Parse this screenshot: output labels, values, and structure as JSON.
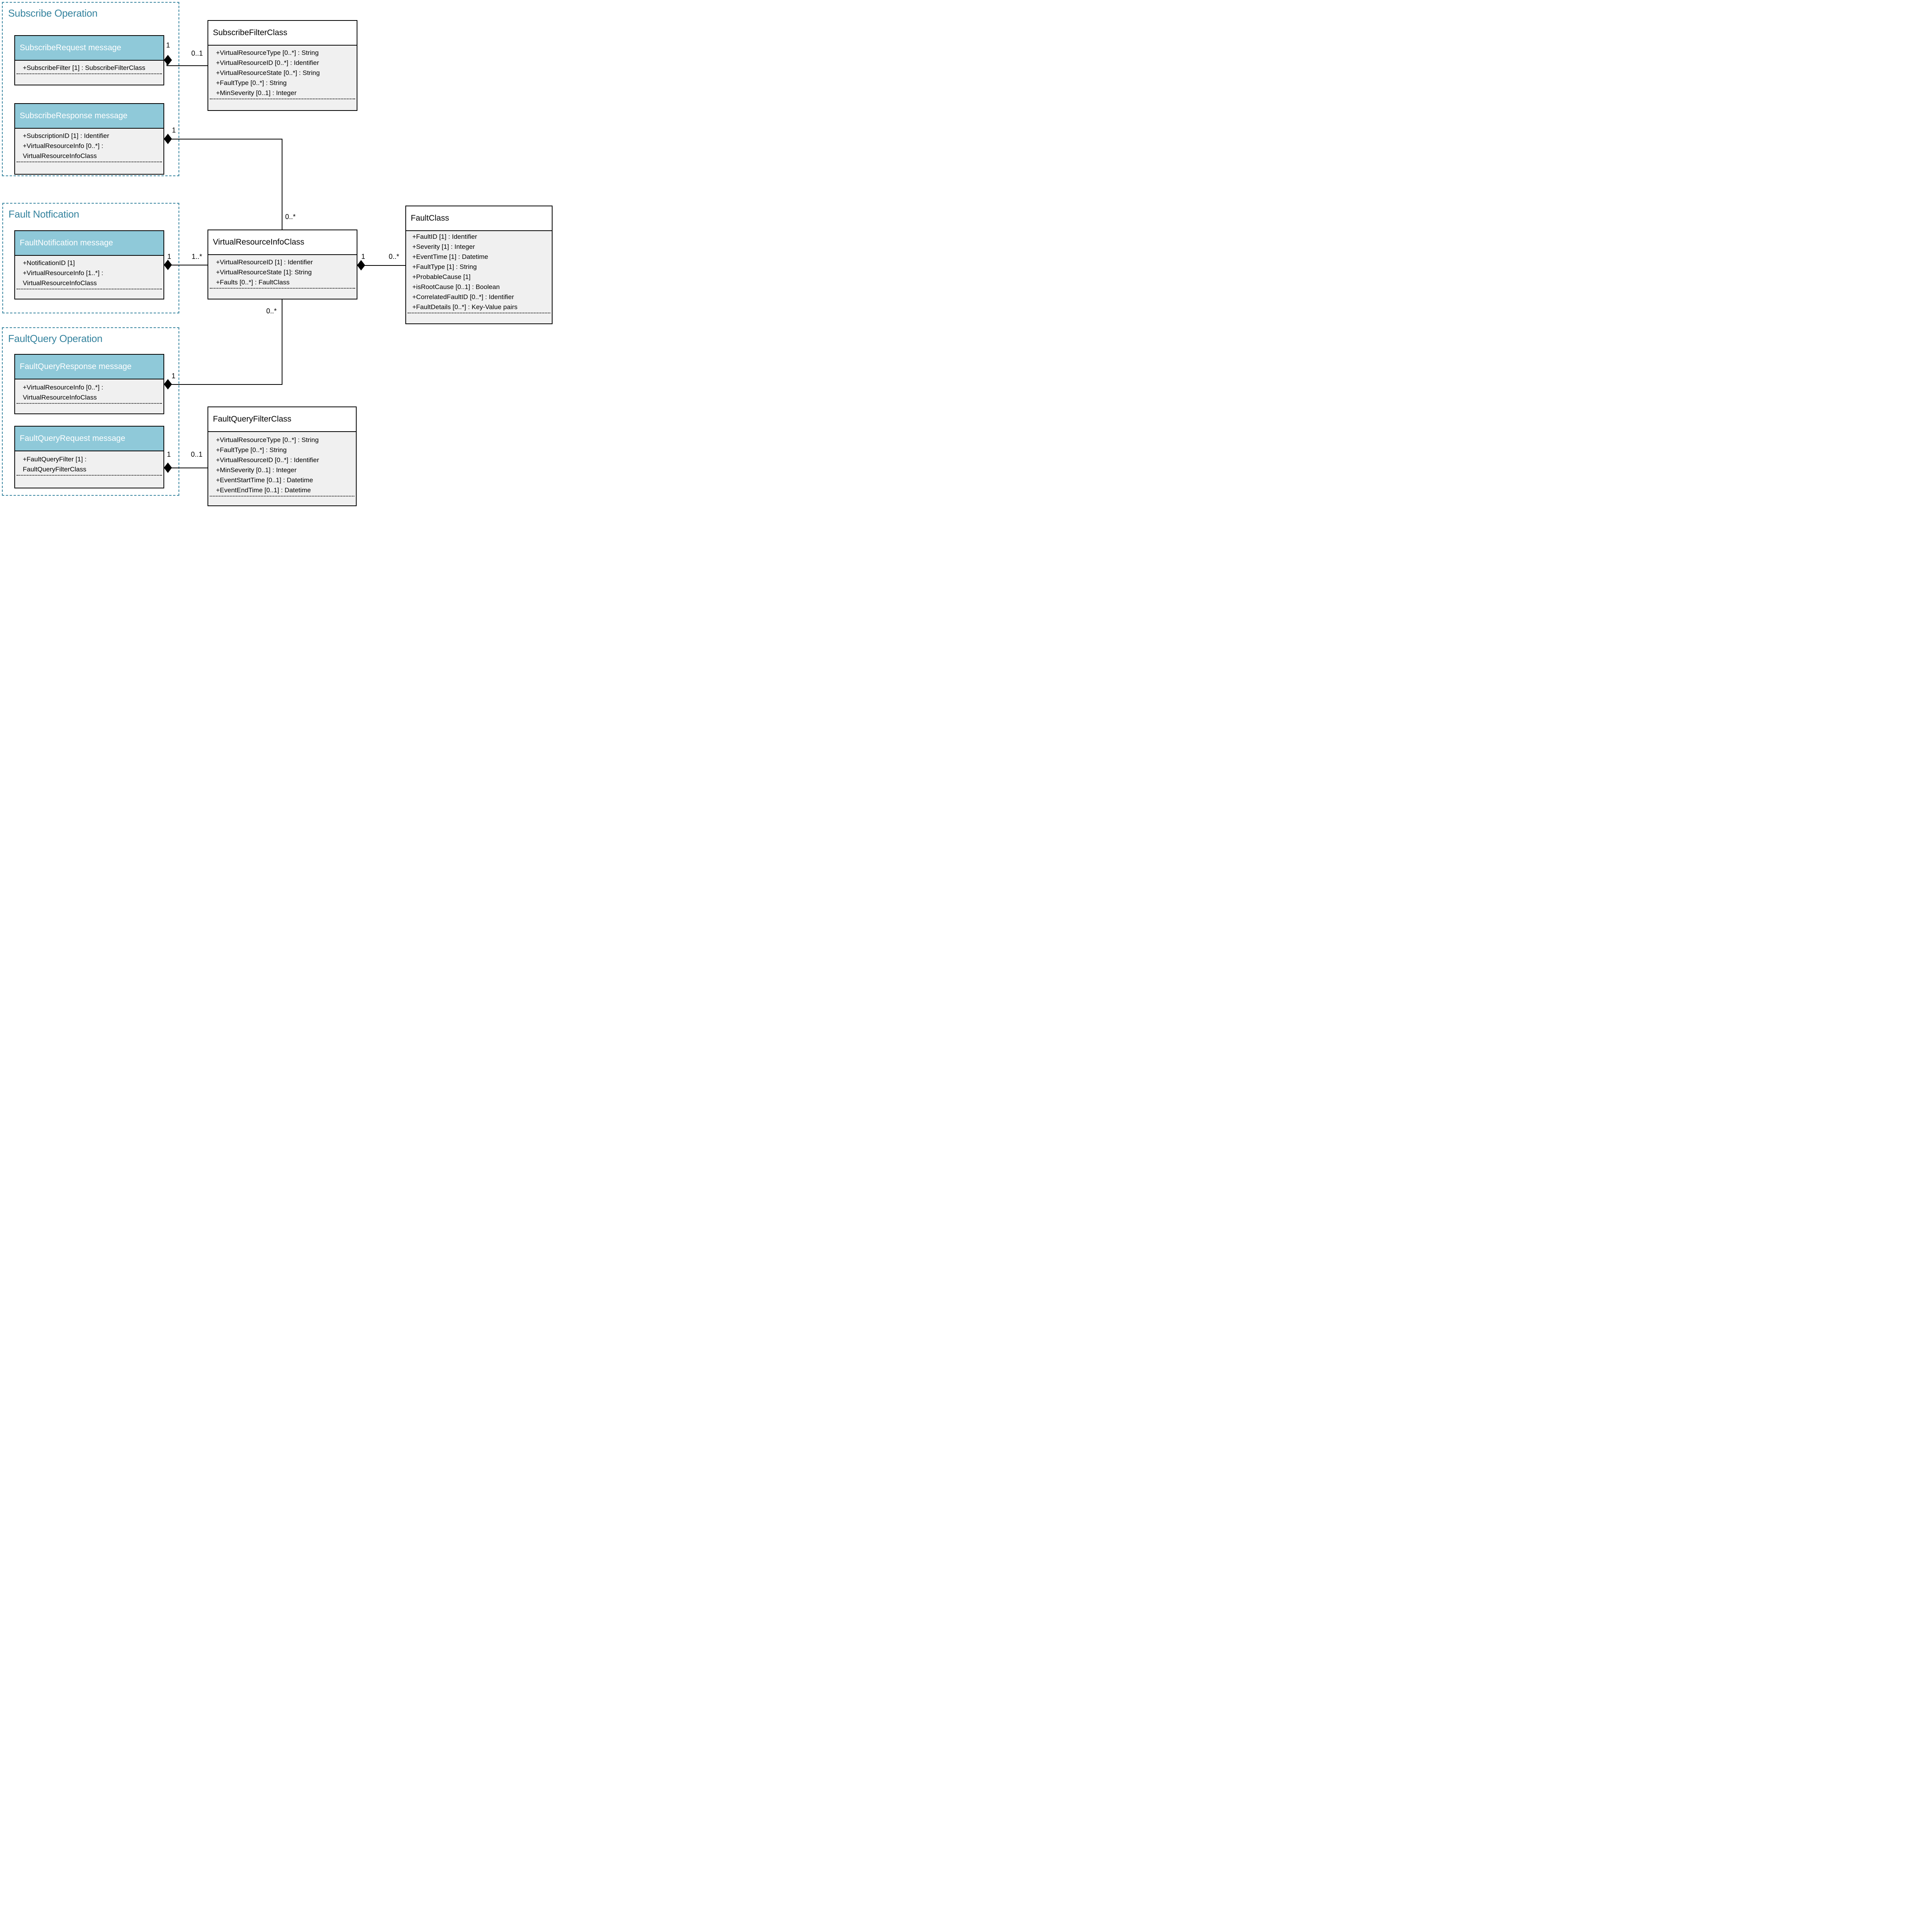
{
  "groups": {
    "subscribe": {
      "title": "Subscribe Operation"
    },
    "faultNotification": {
      "title": "Fault Notfication"
    },
    "faultQuery": {
      "title": "FaultQuery Operation"
    }
  },
  "boxes": {
    "subscribeRequest": {
      "title": "SubscribeRequest message",
      "attrs": [
        "+SubscribeFilter [1] : SubscribeFilterClass"
      ]
    },
    "subscribeFilterClass": {
      "title": "SubscribeFilterClass",
      "attrs": [
        "+VirtualResourceType [0..*] : String",
        "+VirtualResourceID [0..*] : Identifier",
        "+VirtualResourceState [0..*] : String",
        "+FaultType [0..*] : String",
        "+MinSeverity [0..1] : Integer"
      ]
    },
    "subscribeResponse": {
      "title": "SubscribeResponse message",
      "attrs": [
        "+SubscriptionID [1] : Identifier",
        "+VirtualResourceInfo [0..*] :",
        "VirtualResourceInfoClass"
      ]
    },
    "faultNotificationMessage": {
      "title": "FaultNotification message",
      "attrs": [
        "+NotificationID [1]",
        "+VirtualResourceInfo [1..*] :",
        "VirtualResourceInfoClass"
      ]
    },
    "virtualResourceInfoClass": {
      "title": "VirtualResourceInfoClass",
      "attrs": [
        "+VirtualResourceID [1] : Identifier",
        "+VirtualResourceState [1]: String",
        "+Faults [0..*] : FaultClass"
      ]
    },
    "faultClass": {
      "title": "FaultClass",
      "attrs": [
        "+FaultID [1] : Identifier",
        "+Severity [1] : Integer",
        "+EventTime [1] : Datetime",
        "+FaultType [1] : String",
        "+ProbableCause [1]",
        "+isRootCause [0..1] : Boolean",
        "+CorrelatedFaultID [0..*] : Identifier",
        "+FaultDetails [0..*] : Key-Value pairs"
      ]
    },
    "faultQueryResponse": {
      "title": "FaultQueryResponse message",
      "attrs": [
        "+VirtualResourceInfo [0..*] :",
        "VirtualResourceInfoClass"
      ]
    },
    "faultQueryRequest": {
      "title": "FaultQueryRequest message",
      "attrs": [
        "+FaultQueryFilter [1] :",
        "FaultQueryFilterClass"
      ]
    },
    "faultQueryFilterClass": {
      "title": "FaultQueryFilterClass",
      "attrs": [
        "+VirtualResourceType [0..*] : String",
        "+FaultType [0..*] : String",
        "+VirtualResourceID [0..*] : Identifier",
        "+MinSeverity [0..1] : Integer",
        "+EventStartTime [0..1] : Datetime",
        "+EventEndTime [0..1] : Datetime"
      ]
    }
  },
  "relations": {
    "subscribeRequest_subscribeFilter": {
      "source_multiplicity": "1",
      "target_multiplicity": "0..1"
    },
    "subscribeResponse_vrInfo": {
      "source_multiplicity": "1",
      "target_multiplicity": "0..*"
    },
    "faultNotification_vrInfo": {
      "source_multiplicity": "1",
      "target_multiplicity": "1..*"
    },
    "vrInfo_fault": {
      "source_multiplicity": "1",
      "target_multiplicity": "0..*"
    },
    "faultQueryResponse_vrInfo": {
      "source_multiplicity": "1",
      "target_multiplicity": "0..*"
    },
    "faultQueryRequest_faultQueryFilter": {
      "source_multiplicity": "1",
      "target_multiplicity": "0..1"
    }
  },
  "colors": {
    "message_header_fill": "#8fc9d9",
    "group_accent": "#35839e",
    "attribute_fill": "#f0f0f0",
    "line": "#000000"
  }
}
